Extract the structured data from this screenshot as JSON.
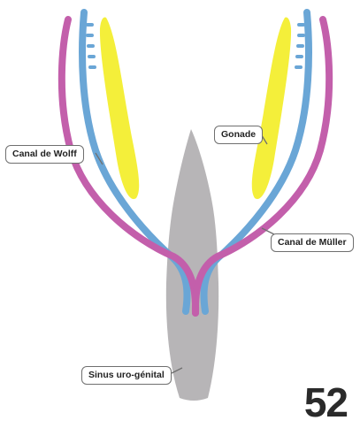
{
  "labels": {
    "wolff": "Canal de Wolff",
    "gonade": "Gonade",
    "muller": "Canal de Müller",
    "sinus": "Sinus uro-génital"
  },
  "page_number": "52",
  "colors": {
    "muller_duct": "#c35fab",
    "wolff_duct": "#6aa6d6",
    "gonad": "#f4ef3a",
    "sinus": "#b7b5b7",
    "label_border": "#6f6f6f"
  }
}
